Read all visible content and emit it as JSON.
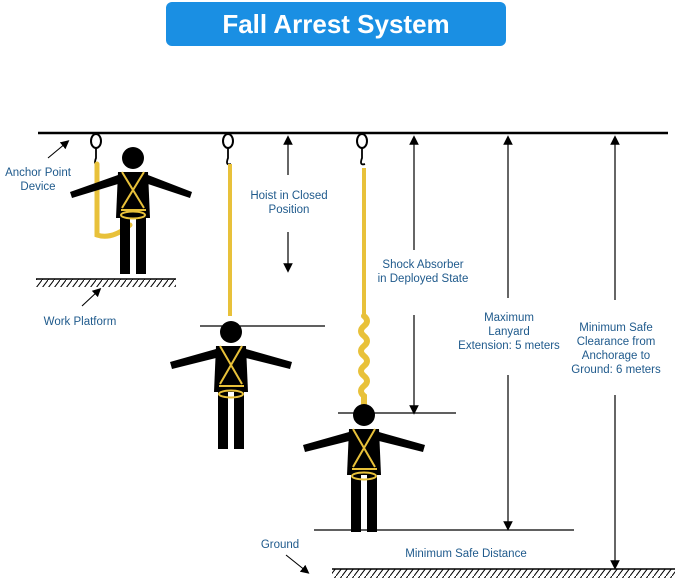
{
  "title": "Fall Arrest System",
  "labels": {
    "anchor_point_device": "Anchor Point\nDevice",
    "work_platform": "Work Platform",
    "hoist_closed": "Hoist in Closed\nPosition",
    "shock_absorber": "Shock Absorber\nin Deployed State",
    "max_lanyard": "Maximum\nLanyard\nExtension: 5 meters",
    "min_clearance": "Minimum Safe\nClearance from\nAnchorage to\nGround: 6 meters",
    "ground": "Ground",
    "min_safe_distance": "Minimum Safe Distance"
  },
  "colors": {
    "banner": "#1a8fe3",
    "label_text": "#1f5a8c",
    "lanyard": "#e8c13a",
    "figure": "#000000",
    "harness": "#e8c13a"
  },
  "icons": [
    "anchor-ring-icon",
    "hook-icon",
    "worker-figure-icon",
    "shock-absorber-coil-icon",
    "hatched-ground-icon"
  ]
}
